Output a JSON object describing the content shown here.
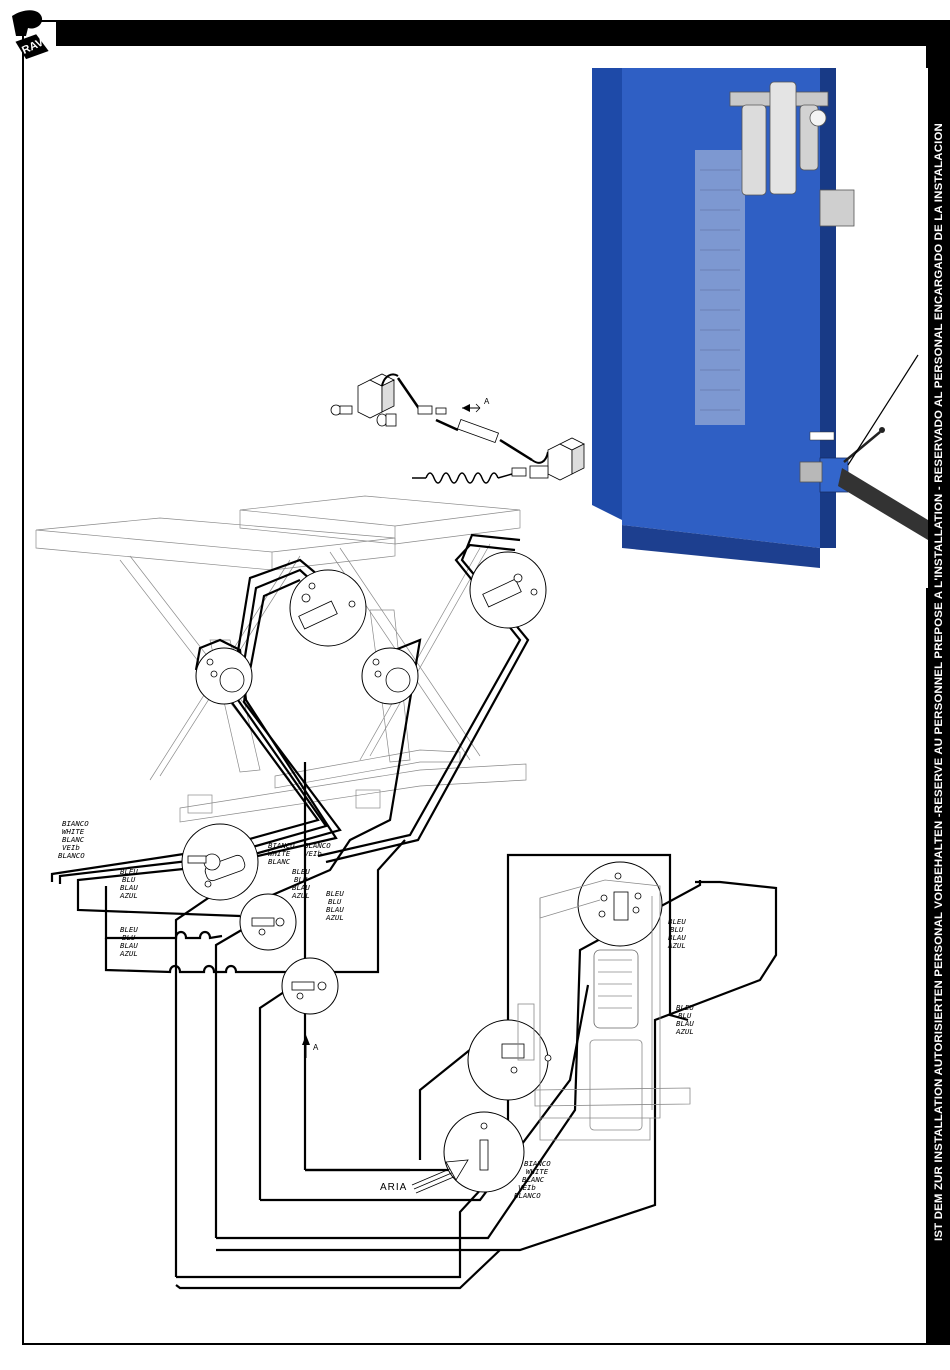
{
  "header": {
    "side_text": "IST DEM ZUR INSTALLATION AUTORISIERTEN PERSONAL VORBEHALTEN -RESERVE AU PERSONNEL PREPOSE A L'INSTALLATION - RESERVADO AL PERSONAL ENCARGADO DE LA INSTALACION",
    "logo_text": "RAV"
  },
  "diagram": {
    "labels": {
      "white_left": [
        "BIANCO",
        "WHITE",
        "BLANC",
        "VEIb",
        "BLANCO"
      ],
      "white_mid_1": [
        "BIANCO",
        "WHITE",
        "BLANC"
      ],
      "white_mid_2": [
        "BLANCO",
        "VEIb"
      ],
      "blue_left_1": [
        "BLEU",
        "BLU",
        "BLAU",
        "AZUL"
      ],
      "blue_left_2": [
        "BLEU",
        "BLU",
        "BLAU",
        "AZUL"
      ],
      "blue_mid_1": [
        "BLEU",
        "BLU",
        "BLAU",
        "AZUL"
      ],
      "blue_mid_2": [
        "BLEU",
        "BLU",
        "BLAU",
        "AZUL"
      ],
      "blue_right_1": [
        "BLEU",
        "BLU",
        "BLAU",
        "AZUL"
      ],
      "blue_right_2": [
        "BLEU",
        "BLU",
        "BLAU",
        "AZUL"
      ],
      "white_bottom": [
        "BIANCO",
        "WHITE",
        "BLANC",
        "VEIb",
        "BLANCO"
      ],
      "aria": "ARIA",
      "arrow_a_top": "A",
      "arrow_a_bottom": "A"
    }
  },
  "colors": {
    "cabinet_blue": "#2f5fc4",
    "cabinet_dark": "#1d3f8f",
    "pipe": "#000000",
    "sketch": "#8a8a8a"
  }
}
